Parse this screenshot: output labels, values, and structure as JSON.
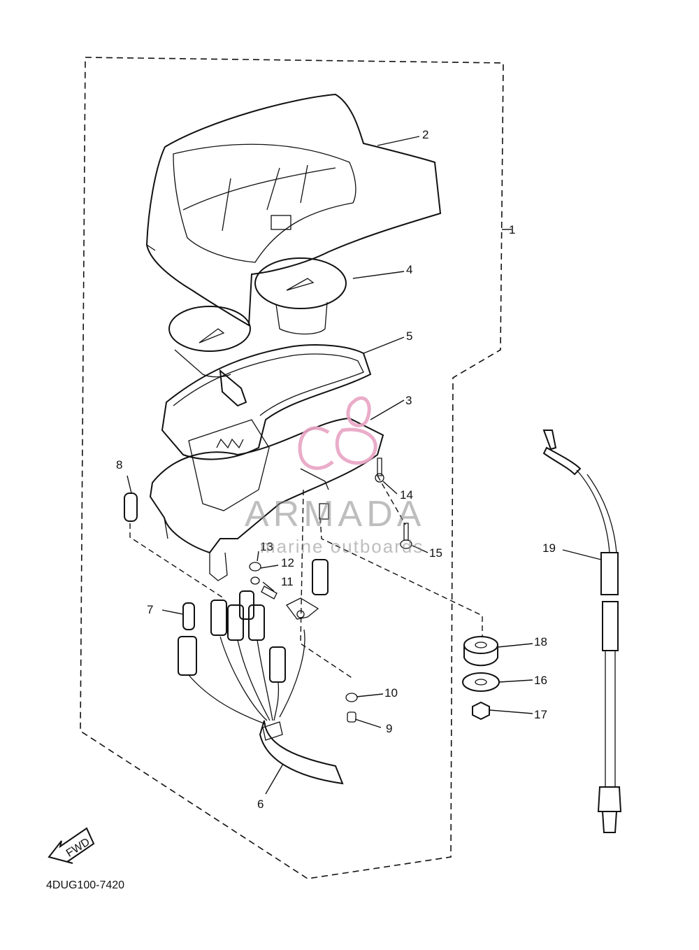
{
  "diagram": {
    "code": "4DUG100-7420",
    "fwd_label": "FWD",
    "callouts": [
      "1",
      "2",
      "3",
      "4",
      "5",
      "6",
      "7",
      "8",
      "9",
      "10",
      "11",
      "12",
      "13",
      "14",
      "15",
      "16",
      "17",
      "18",
      "19"
    ]
  },
  "watermark": {
    "brand": "ARMADA",
    "tagline": "marine outboards",
    "logo_color": "#e8a3c3"
  }
}
